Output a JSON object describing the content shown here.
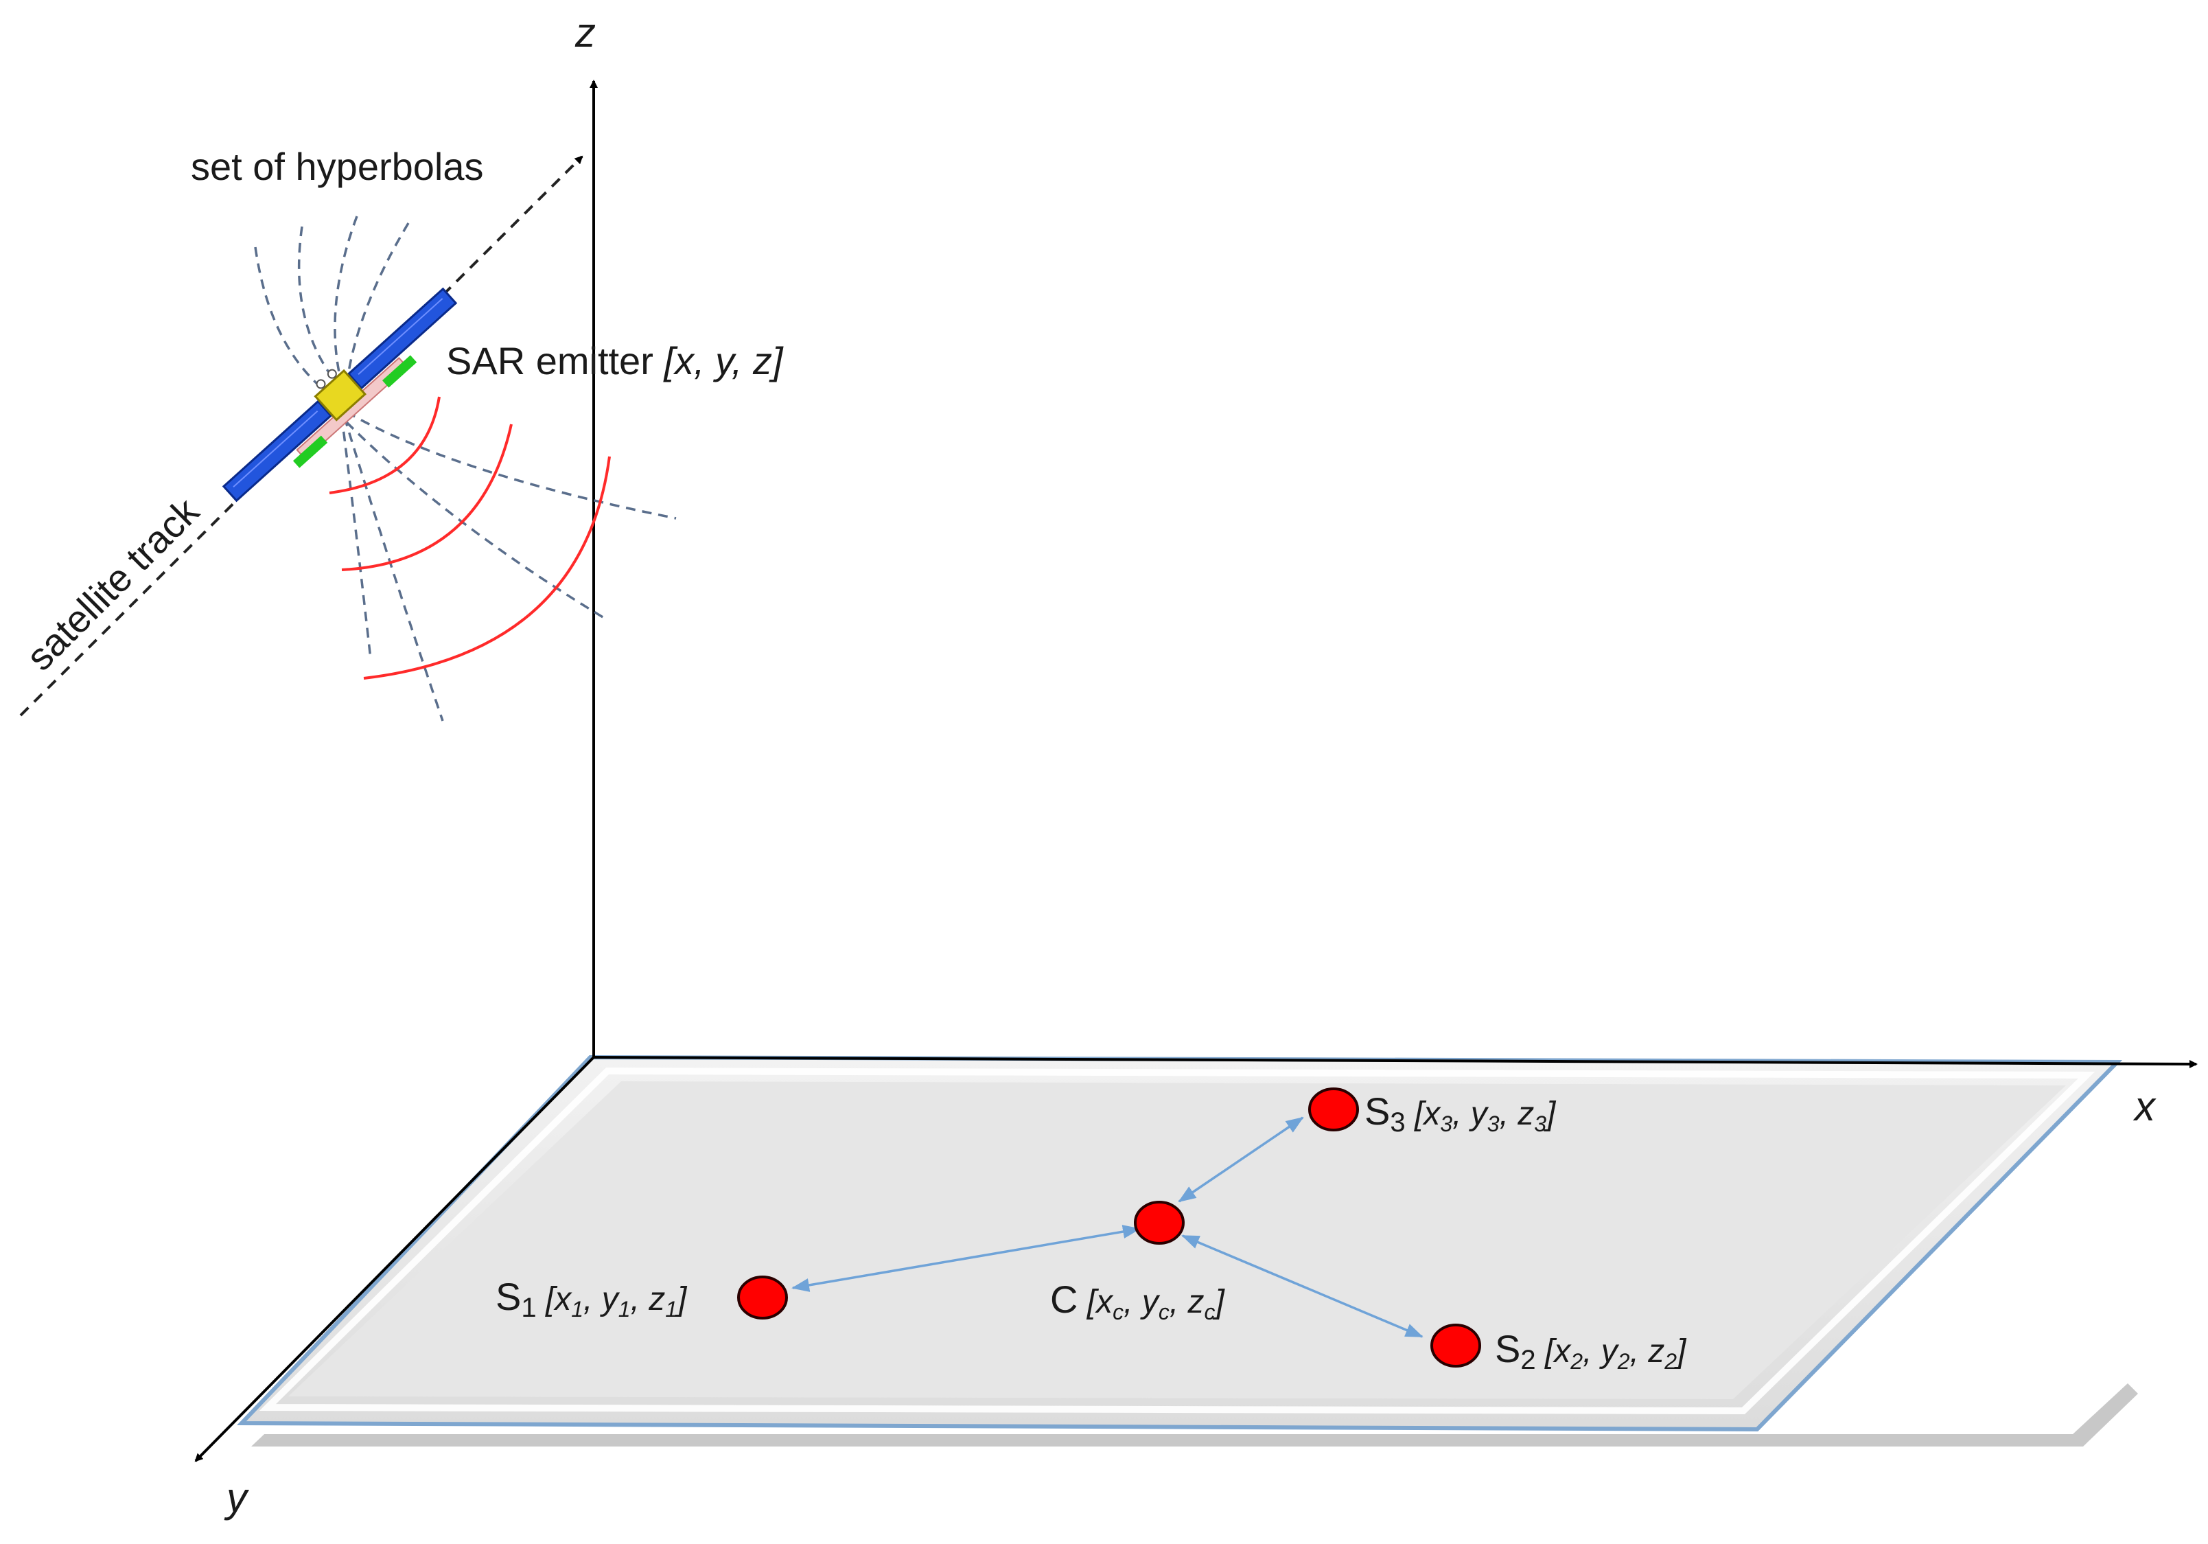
{
  "axes": {
    "z_label": "z",
    "x_label": "x",
    "y_label": "y"
  },
  "labels": {
    "hyperbolas": "set of hyperbolas",
    "satellite_track": "satellite track",
    "emitter_name": "SAR emitter ",
    "emitter_coords": "[x, y, z]"
  },
  "stations": {
    "s3": {
      "name": "S",
      "sub": "3",
      "coords": {
        "o": "[",
        "x": "x",
        "xs": "3",
        "y": "y",
        "ys": "3",
        "z": "z",
        "zs": "3",
        "c": "]"
      }
    },
    "s1": {
      "name": "S",
      "sub": "1",
      "coords": {
        "o": "[",
        "x": "x",
        "xs": "1",
        "y": "y",
        "ys": "1",
        "z": "z",
        "zs": "1",
        "c": "]"
      }
    },
    "s2": {
      "name": "S",
      "sub": "2",
      "coords": {
        "o": "[",
        "x": "x",
        "xs": "2",
        "y": "y",
        "ys": "2",
        "z": "z",
        "zs": "2",
        "c": "]"
      }
    },
    "c": {
      "name": "C",
      "coords": {
        "o": "[",
        "x": "x",
        "xs": "c",
        "y": "y",
        "ys": "c",
        "z": "z",
        "zs": "c",
        "c": "]"
      }
    }
  },
  "colors": {
    "station_fill": "#ff0000",
    "station_stroke": "#2a0000",
    "link": "#6fa3d8",
    "wavefront": "#ff2a2a",
    "hyperbola": "#5a6e8c",
    "ground": "#e6e6e6",
    "ground_edge": "#7ea6cf",
    "panel": "#2255dd",
    "panel_green": "#22cc22",
    "body": "#e8d820"
  }
}
